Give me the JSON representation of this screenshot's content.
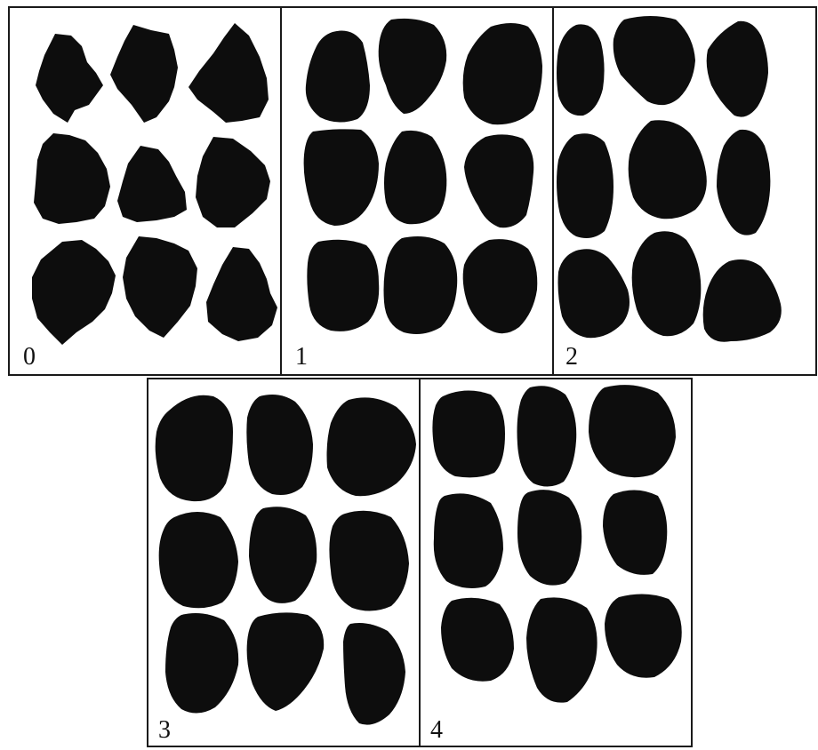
{
  "figure": {
    "panels": [
      {
        "label": "0"
      },
      {
        "label": "1"
      },
      {
        "label": "2"
      },
      {
        "label": "3"
      },
      {
        "label": "4"
      }
    ]
  }
}
